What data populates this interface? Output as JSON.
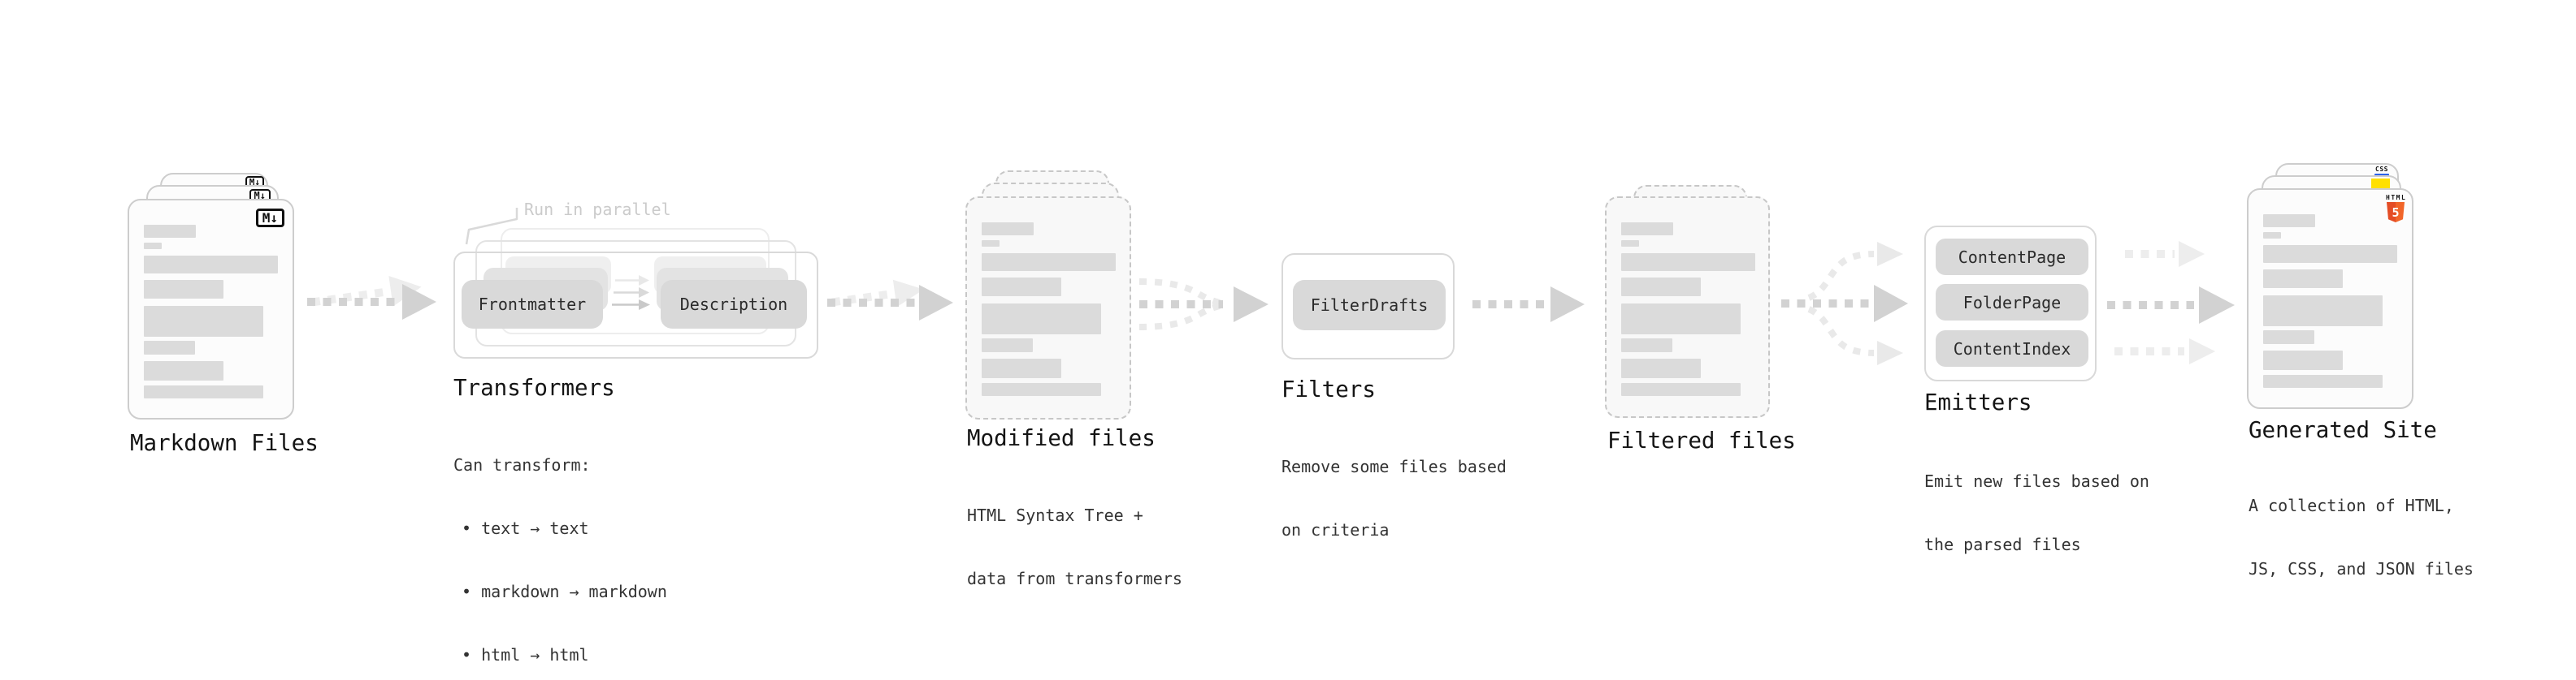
{
  "stages": {
    "markdown": {
      "title": "Markdown Files",
      "badge": "M↓"
    },
    "transformers": {
      "title": "Transformers",
      "annotation": "Run in parallel",
      "buttons": {
        "frontmatter": "Frontmatter",
        "description": "Description"
      },
      "caption": [
        "Can transform:",
        "• text → text",
        "• markdown → markdown",
        "• html → html"
      ]
    },
    "modified": {
      "title": "Modified files",
      "caption": [
        "HTML Syntax Tree +",
        "data from transformers"
      ]
    },
    "filters": {
      "title": "Filters",
      "button": "FilterDrafts",
      "caption": [
        "Remove some files based",
        "on criteria"
      ]
    },
    "filtered": {
      "title": "Filtered files"
    },
    "emitters": {
      "title": "Emitters",
      "buttons": [
        "ContentPage",
        "FolderPage",
        "ContentIndex"
      ],
      "caption": [
        "Emit new files based on",
        "the parsed files"
      ]
    },
    "generated": {
      "title": "Generated Site",
      "caption": [
        "A collection of HTML,",
        "JS, CSS, and JSON files"
      ],
      "badges": {
        "css": "CSS",
        "html_label": "HTML",
        "html_number": "5"
      }
    }
  },
  "colors": {
    "arrow_dark": "#d2d2d2",
    "arrow_light": "#ededed",
    "node_fill": "#d9d9d9",
    "bar_fill": "#dbdbdb",
    "annotation_text": "#cbcbcb",
    "heading_text": "#141414",
    "caption_text": "#333333",
    "css_blue": "#2b62e9",
    "js_yellow": "#ffe000",
    "html5_orange": "#e44d26"
  }
}
